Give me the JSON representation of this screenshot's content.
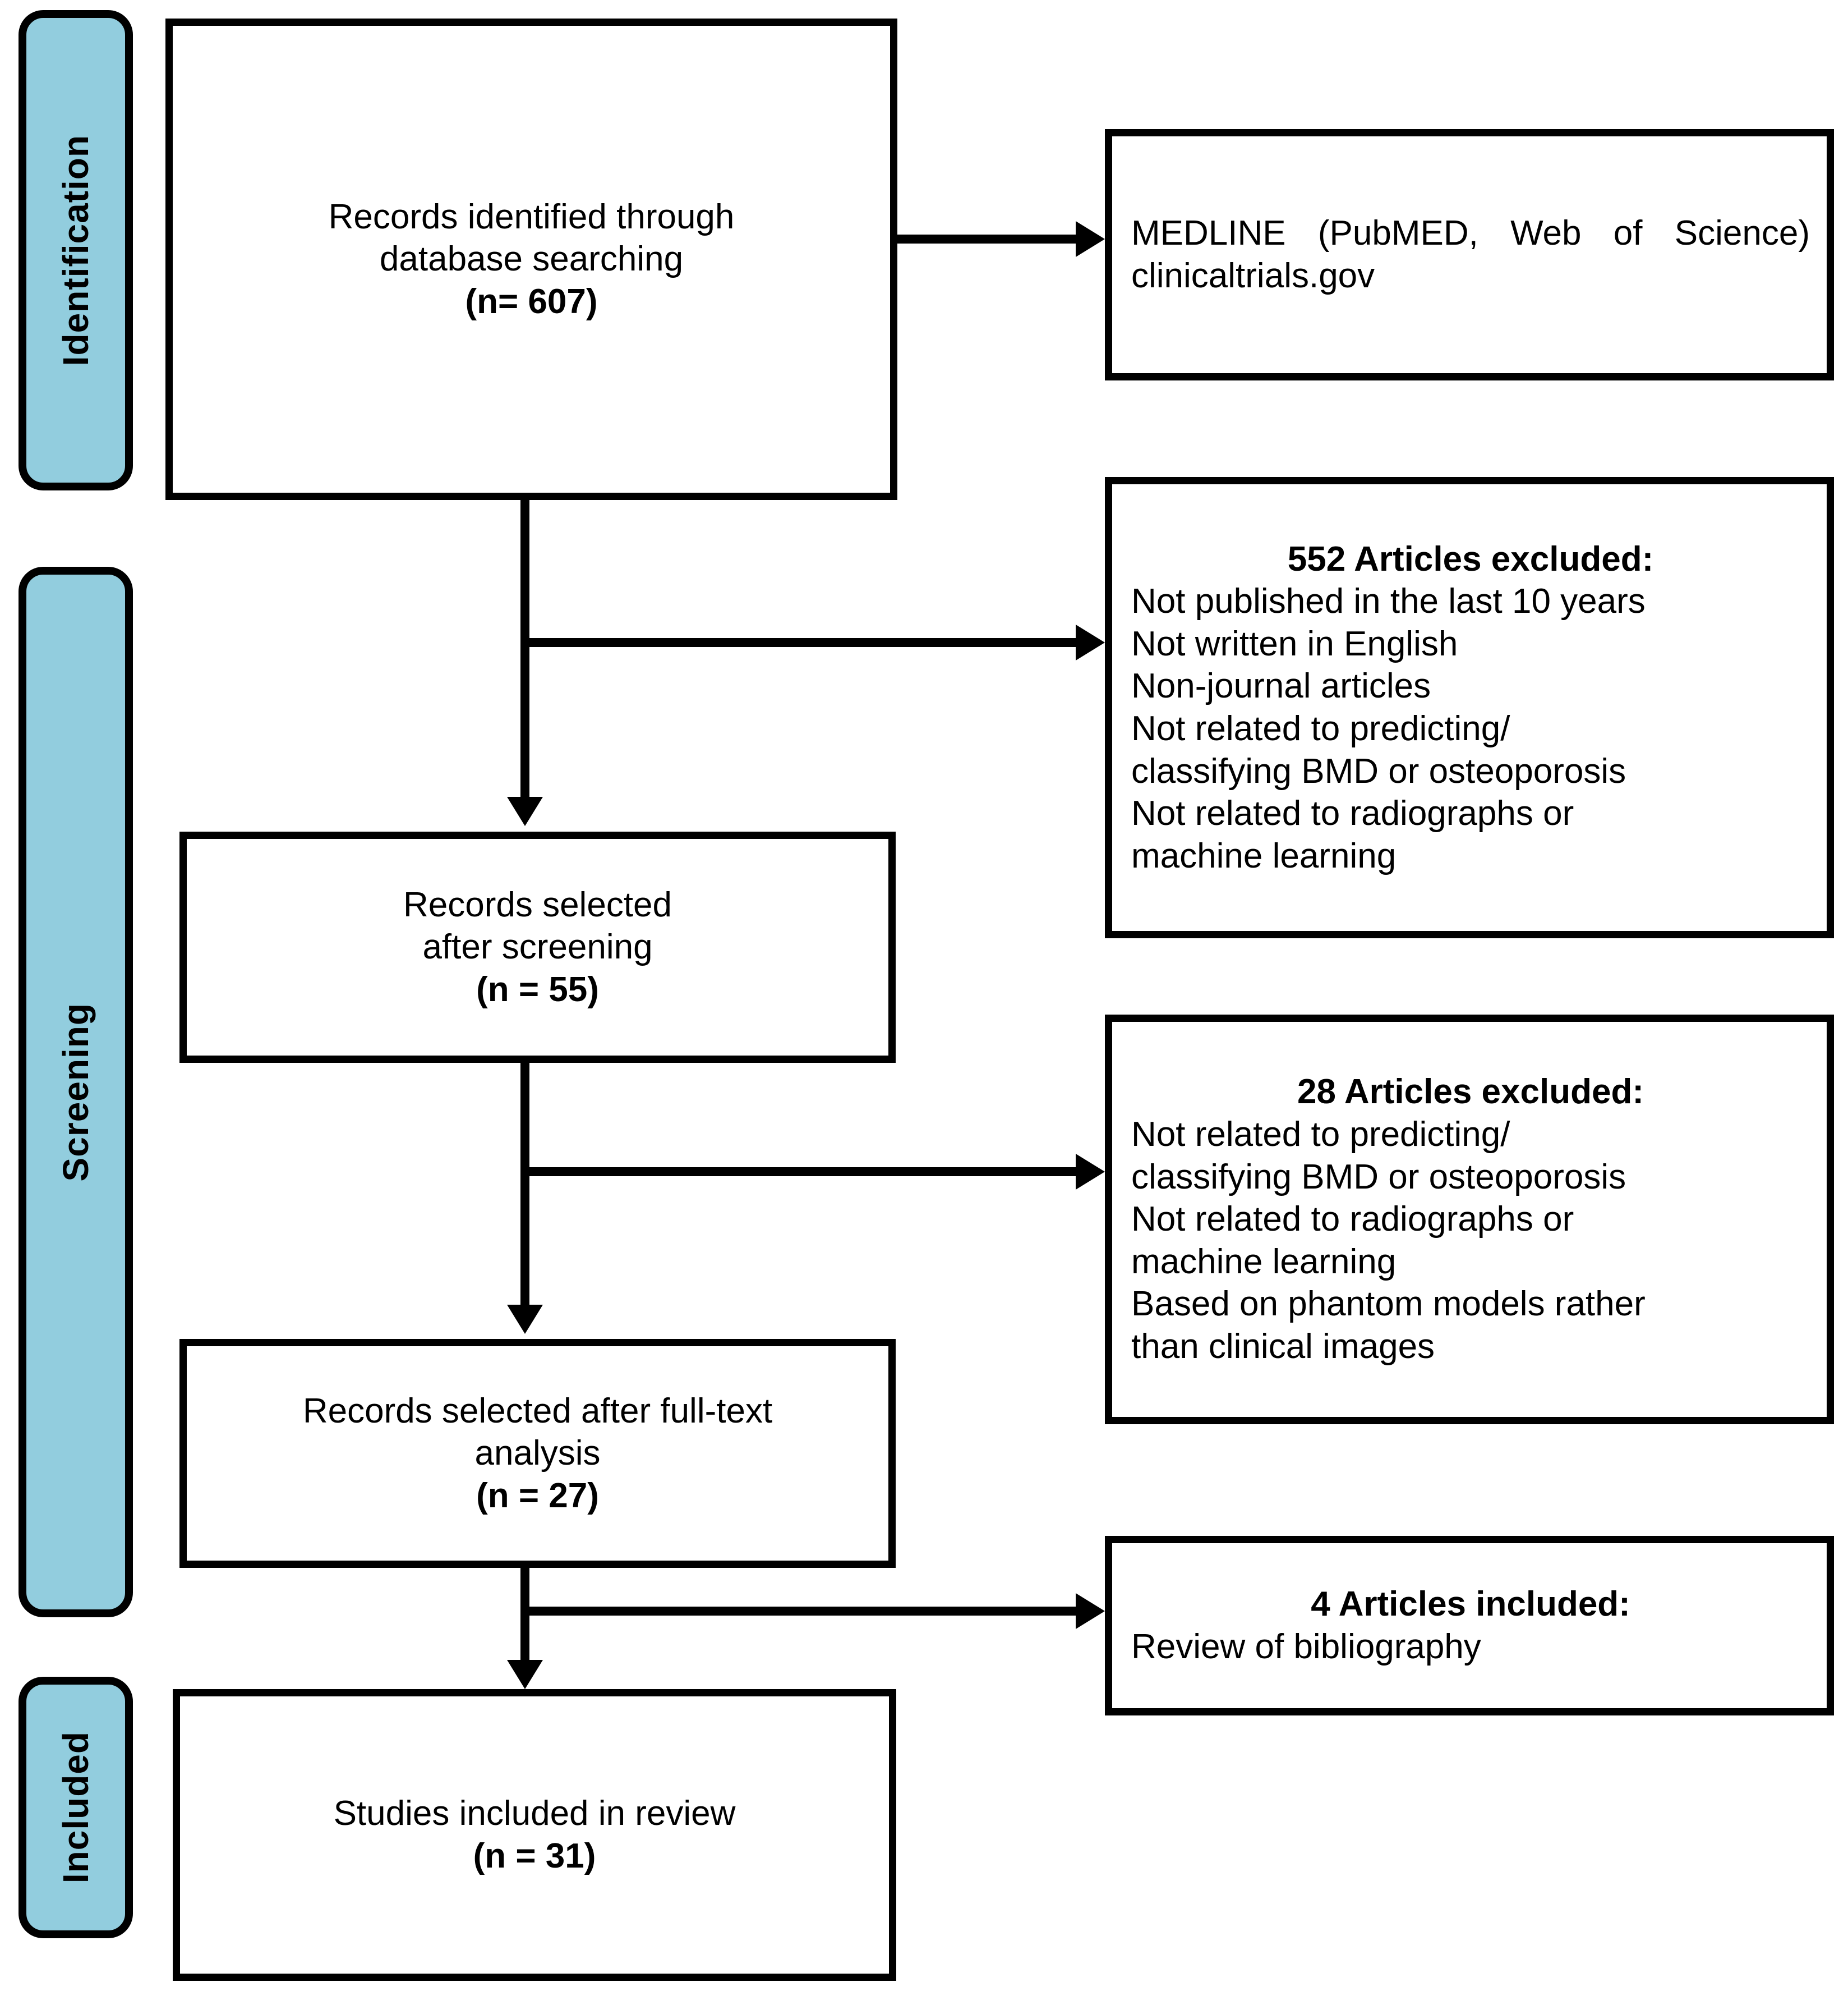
{
  "diagram": {
    "type": "PRISMA flow diagram",
    "accent_color": "#92cdde",
    "line_color": "#000000",
    "background_color": "#ffffff"
  },
  "stages": [
    {
      "id": "identification",
      "label": "Identification"
    },
    {
      "id": "screening",
      "label": "Screening"
    },
    {
      "id": "included",
      "label": "Included"
    }
  ],
  "main_boxes": [
    {
      "id": "records-identified",
      "line1": "Records identified through",
      "line2": "database searching",
      "count": "(n= 607)"
    },
    {
      "id": "records-after-screening",
      "line1": "Records selected",
      "line2": "after screening",
      "count": "(n = 55)"
    },
    {
      "id": "records-after-fulltext",
      "line1": "Records selected after full-text",
      "line2": "analysis",
      "count": "(n = 27)"
    },
    {
      "id": "studies-included",
      "line1": "Studies included in review",
      "line2": "",
      "count": "(n = 31)"
    }
  ],
  "side_boxes": [
    {
      "id": "databases",
      "heading": "",
      "body": "MEDLINE (PubMED, Web of Science)\nclinicaltrials.gov"
    },
    {
      "id": "excluded-552",
      "heading": "552 Articles excluded:",
      "body": "Not published in the last 10 years\nNot written in English\nNon-journal articles\nNot related to predicting/\nclassifying BMD or osteoporosis\nNot related to radiographs or\nmachine learning"
    },
    {
      "id": "excluded-28",
      "heading": "28 Articles excluded:",
      "body": "Not related to predicting/\nclassifying BMD or osteoporosis\nNot related to radiographs or\nmachine learning\nBased on phantom models rather\nthan clinical images"
    },
    {
      "id": "included-4",
      "heading": "4 Articles included:",
      "body": "Review of bibliography"
    }
  ],
  "connectors": [
    {
      "id": "identified-to-databases",
      "kind": "arrow-right"
    },
    {
      "id": "identified-to-screening",
      "kind": "arrow-down"
    },
    {
      "id": "screening-branch-to-excluded-552",
      "kind": "arrow-right"
    },
    {
      "id": "screening-to-fulltext",
      "kind": "arrow-down"
    },
    {
      "id": "fulltext-branch-to-excluded-28",
      "kind": "arrow-right"
    },
    {
      "id": "fulltext-to-included",
      "kind": "arrow-down"
    },
    {
      "id": "included-branch-to-included-4",
      "kind": "arrow-right"
    }
  ]
}
